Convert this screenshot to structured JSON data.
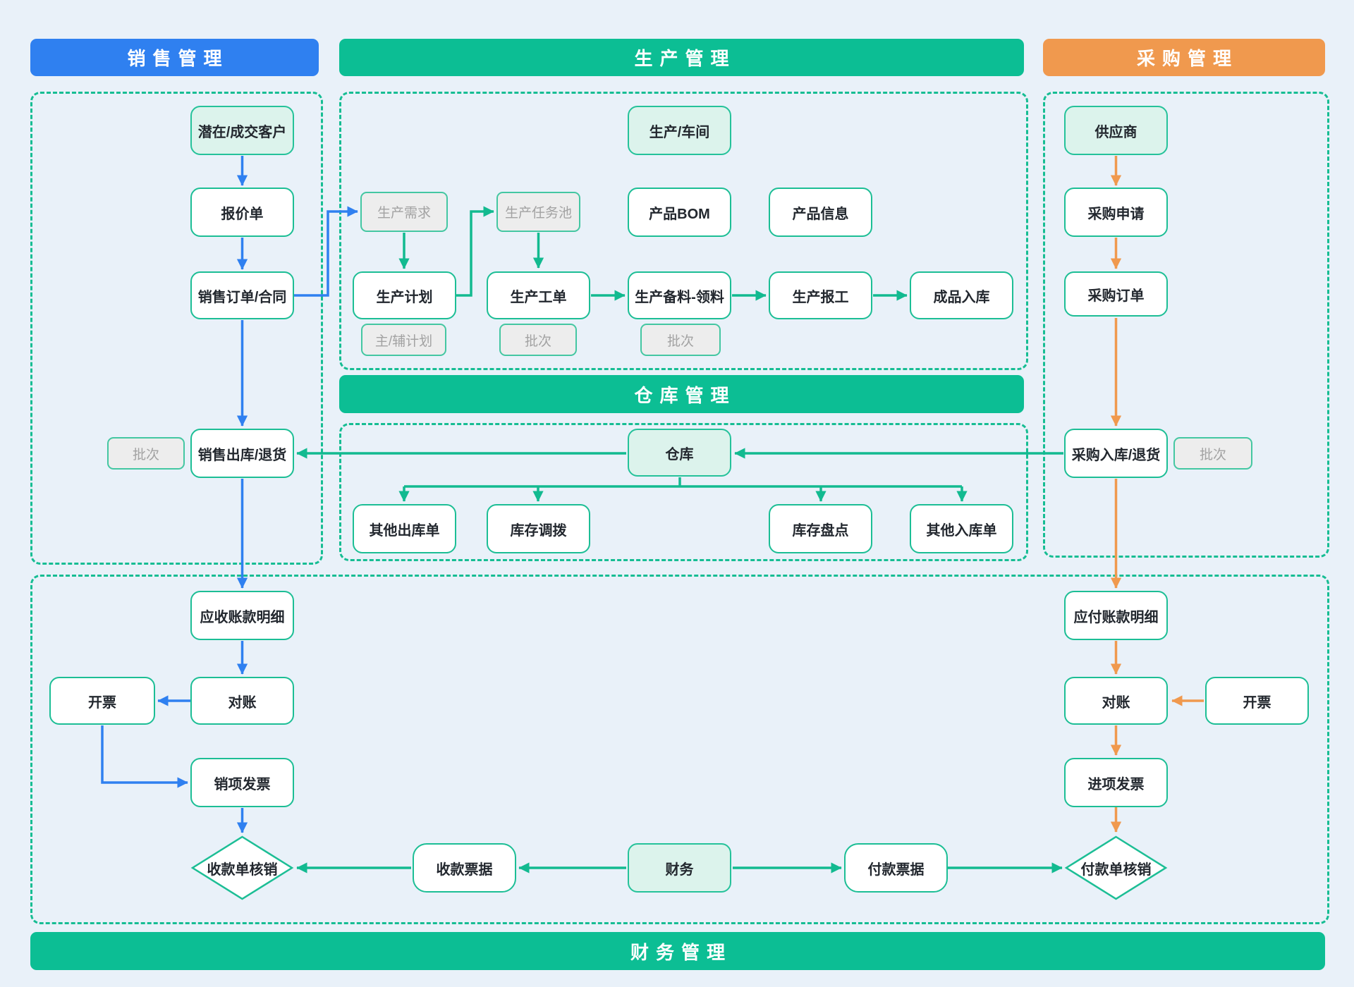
{
  "headers": {
    "sales": "销售管理",
    "production": "生产管理",
    "purchase": "采购管理",
    "warehouse": "仓库管理",
    "finance": "财务管理"
  },
  "nodes": {
    "potential_customer": "潜在/成交客户",
    "quotation": "报价单",
    "sales_order": "销售订单/合同",
    "batch_sales": "批次",
    "sales_outbound": "销售出库/退货",
    "receivable_detail": "应收账款明细",
    "reconcile_sales": "对账",
    "invoice_sales": "开票",
    "sales_invoice": "销项发票",
    "receipt_writeoff": "收款单核销",
    "production_demand": "生产需求",
    "production_plan": "生产计划",
    "main_aux_plan": "主/辅计划",
    "task_pool": "生产任务池",
    "work_order": "生产工单",
    "batch_work_order": "批次",
    "workshop": "生产/车间",
    "product_bom": "产品BOM",
    "product_info": "产品信息",
    "material_picking": "生产备料-领料",
    "batch_material": "批次",
    "production_report": "生产报工",
    "finished_inbound": "成品入库",
    "warehouse": "仓库",
    "other_outbound": "其他出库单",
    "stock_transfer": "库存调拨",
    "stock_check": "库存盘点",
    "other_inbound": "其他入库单",
    "supplier": "供应商",
    "purchase_request": "采购申请",
    "purchase_order": "采购订单",
    "purchase_inbound": "采购入库/退货",
    "batch_purchase": "批次",
    "payable_detail": "应付账款明细",
    "reconcile_purchase": "对账",
    "invoice_purchase": "开票",
    "purchase_invoice": "进项发票",
    "payment_writeoff": "付款单核销",
    "receipt_note": "收款票据",
    "finance_dept": "财务",
    "payment_note": "付款票据"
  },
  "colors": {
    "sales_accent": "#2F80F0",
    "production_accent": "#0CBE94",
    "purchase_accent": "#F0994E",
    "node_border": "#1CBE95",
    "entity_fill": "#DCF3EC",
    "sub_fill": "#EDEDED",
    "sub_text": "#A2A2A2",
    "background": "#E9F1F9"
  }
}
